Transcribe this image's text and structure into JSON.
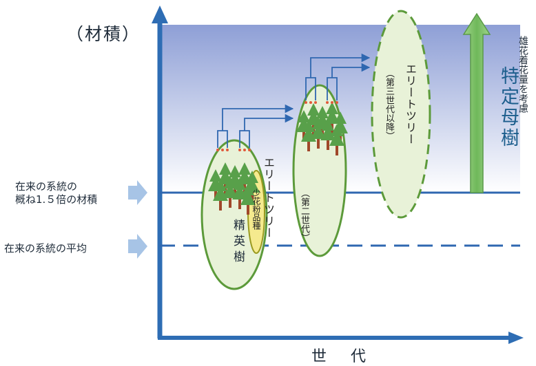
{
  "axis": {
    "y_label": "（材積）",
    "x_label": "世 代"
  },
  "levels": {
    "high_label": "在来の系統の\n概ね1.５倍の材積",
    "avg_label": "在来の系統の平均"
  },
  "groups": {
    "plus_trees": "精英樹",
    "low_pollen": "少花粉品種",
    "elite_second": "エリートツリー",
    "elite_second_sub": "（第二世代）",
    "elite_third": "エリートツリー",
    "elite_third_sub": "（第三世代以降）"
  },
  "side": {
    "specific_mother": "特定母樹",
    "flower_note": "雄花着花量を考慮"
  },
  "colors": {
    "axis": "#2e6db4",
    "level_line": "#2f67b0",
    "gradient_top": "#8e9fd6",
    "gradient_bottom": "#ffffff",
    "ellipse_fill": "#e8f2d8",
    "ellipse_stroke": "#5c9a3a",
    "low_pollen_fill": "#f5ea8e",
    "low_pollen_stroke": "#9a9a20",
    "tree_green": "#58a04a",
    "tree_trunk": "#a0482a",
    "side_arrow": "#7fc46a",
    "left_arrow": "#a7c4e6"
  }
}
